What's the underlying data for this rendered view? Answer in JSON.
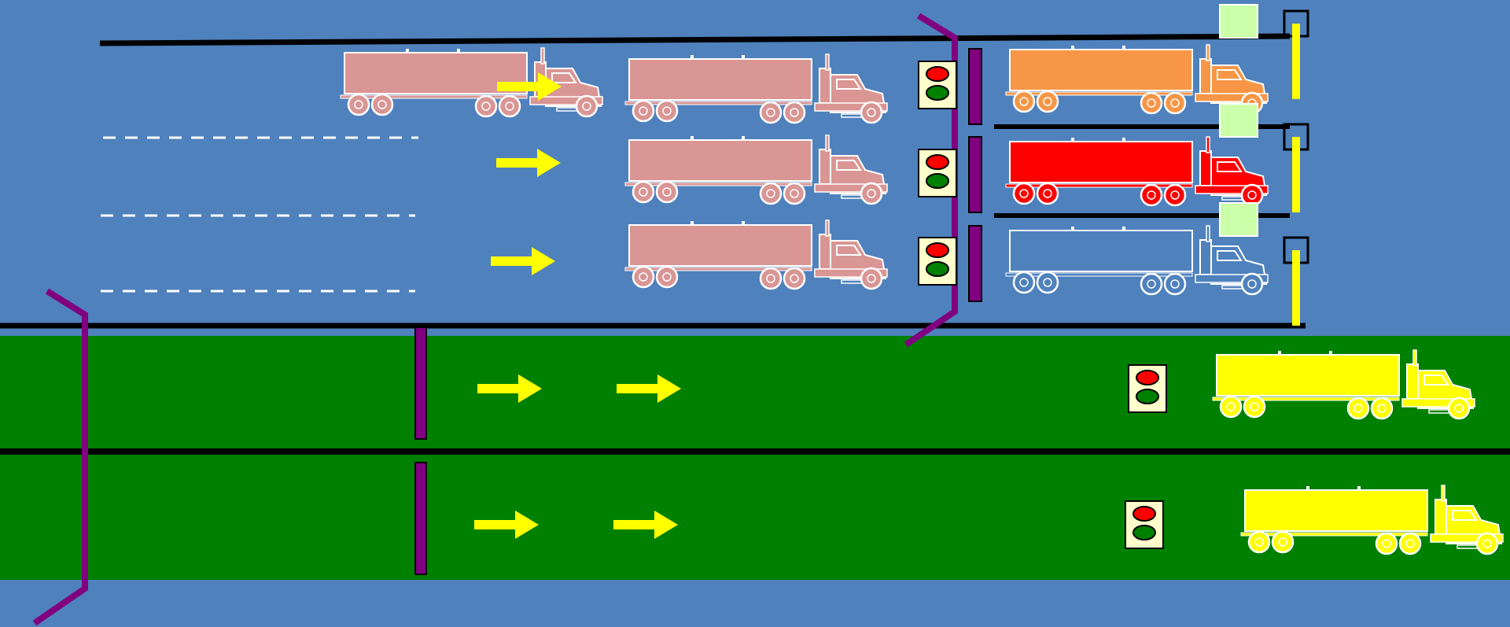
{
  "colors": {
    "background": "#4f81bd",
    "green_zone": "#008000",
    "road_line": "#000000",
    "lane_dash": "#ffffff",
    "arrow": "#ffff00",
    "barrier": "#800080",
    "gate_arm": "#ffff00",
    "gate_booth_light": "#ccffaa",
    "light_housing": "#ffffcc",
    "light_red": "#ff0000",
    "light_green": "#008000",
    "truck_queued": "#d99694",
    "truck_orange": "#f79646",
    "truck_red": "#ff0000",
    "truck_outline_only": "#4f81bd",
    "truck_yellow": "#ffff00"
  },
  "zones": [
    {
      "name": "road-zone",
      "color": "background"
    },
    {
      "name": "green-zone",
      "color": "green_zone"
    }
  ],
  "trucks": [
    {
      "name": "truck-queued-top-1",
      "color": "truck_queued"
    },
    {
      "name": "truck-queued-top-2",
      "color": "truck_queued"
    },
    {
      "name": "truck-queued-mid",
      "color": "truck_queued"
    },
    {
      "name": "truck-queued-bottom",
      "color": "truck_queued"
    },
    {
      "name": "truck-gate-orange",
      "color": "truck_orange"
    },
    {
      "name": "truck-gate-red",
      "color": "truck_red"
    },
    {
      "name": "truck-gate-outline",
      "color": "truck_outline_only"
    },
    {
      "name": "truck-green-lane-1",
      "color": "truck_yellow"
    },
    {
      "name": "truck-green-lane-2",
      "color": "truck_yellow"
    }
  ],
  "traffic_lights": [
    {
      "name": "traffic-light-lane-1",
      "active": "red"
    },
    {
      "name": "traffic-light-lane-2",
      "active": "red"
    },
    {
      "name": "traffic-light-lane-3",
      "active": "red"
    },
    {
      "name": "traffic-light-green-lane-1",
      "active": "red"
    },
    {
      "name": "traffic-light-green-lane-2",
      "active": "red"
    }
  ],
  "arrows": [
    {
      "name": "arrow-lane-1"
    },
    {
      "name": "arrow-lane-2"
    },
    {
      "name": "arrow-lane-3"
    },
    {
      "name": "arrow-green-lane-1a"
    },
    {
      "name": "arrow-green-lane-1b"
    },
    {
      "name": "arrow-green-lane-2a"
    },
    {
      "name": "arrow-green-lane-2b"
    }
  ],
  "gate_arms": [
    {
      "name": "gate-arm-lane-1",
      "state": "closed"
    },
    {
      "name": "gate-arm-lane-2",
      "state": "closed"
    },
    {
      "name": "gate-arm-lane-3",
      "state": "closed"
    }
  ]
}
